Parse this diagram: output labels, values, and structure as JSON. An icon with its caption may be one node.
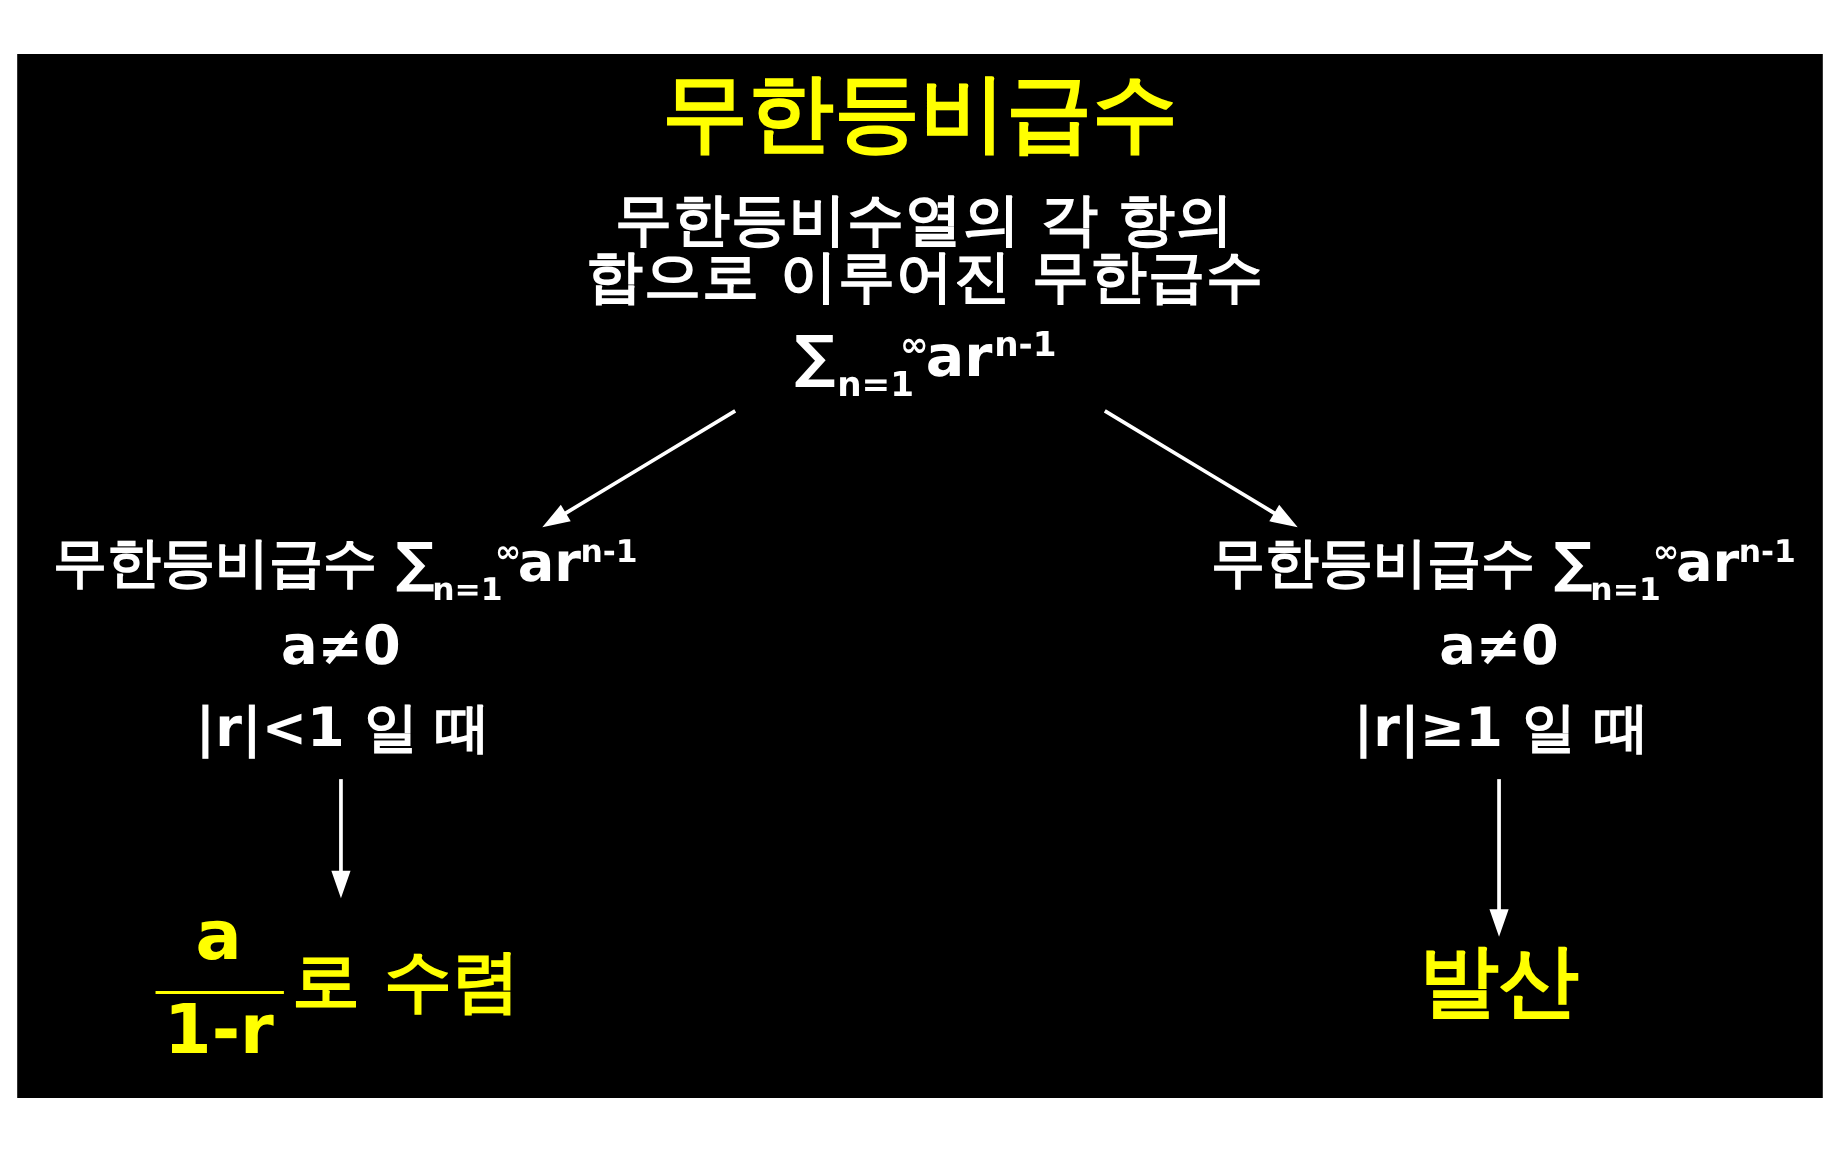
{
  "diagram": {
    "title": "무한등비급수",
    "nodes": [
      {
        "text": [
          "무한등비수열의 각 항의 합으로 이루어진 무한급수",
          "∑$_{n=1}$$^{∞}$ar$^{n-1}$"
        ]
      },
      {
        "text": [
          "무한등비급수 ∑$_{n=1}$$^{∞}$ar$^{n-1}$",
          "a≠0",
          "|r|<1 일 때"
        ]
      },
      {
        "text": [
          "무한등비급수 ∑$_{n=1}$$^{∞}$ar$^{n-1}$",
          "a≠0",
          "|r|≥1 일 때"
        ]
      },
      {
        "text": [
          "a",
          "1-r",
          "로 수렴"
        ]
      },
      {
        "text": [
          "발산"
        ]
      }
    ],
    "edges": [
      {
        "from": 0,
        "to": 1,
        "arrow": "to"
      },
      {
        "from": 0,
        "to": 2,
        "arrow": "to"
      },
      {
        "from": 1,
        "to": 3,
        "arrow": "to"
      },
      {
        "from": 2,
        "to": 4,
        "arrow": "to"
      }
    ]
  }
}
